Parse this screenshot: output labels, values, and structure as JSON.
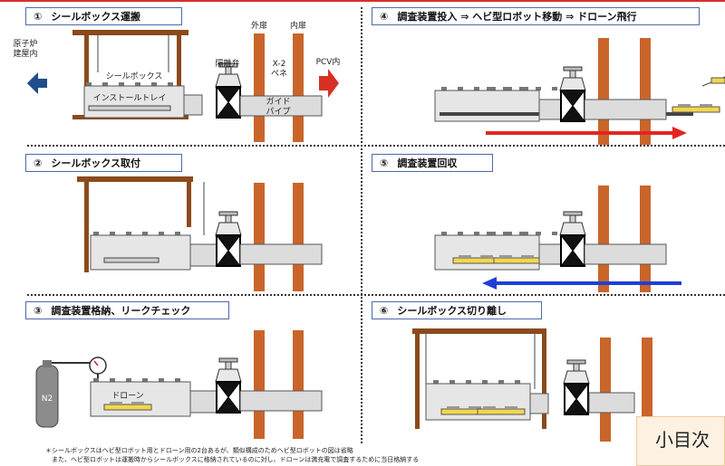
{
  "steps": [
    {
      "num": "①",
      "title": "シールボックス運搬"
    },
    {
      "num": "②",
      "title": "シールボックス取付"
    },
    {
      "num": "③",
      "title": "調査装置格納、リークチェック"
    },
    {
      "num": "④",
      "title": "調査装置投入 ⇒ ヘビ型ロボット移動 ⇒ ドローン飛行"
    },
    {
      "num": "⑤",
      "title": "調査装置回収"
    },
    {
      "num": "⑥",
      "title": "シールボックス切り離し"
    }
  ],
  "labels": {
    "reactor_building": "原子炉\n建屋内",
    "outer_door": "外扉",
    "inner_door": "内扉",
    "isolation_valve": "隔離弁",
    "penetration": "X-2\nペネ",
    "pcv_inside": "PCV内",
    "seal_box": "シールボックス",
    "install_tray": "インストールトレイ",
    "guide_pipe": "ガイド\nパイプ",
    "n2": "N2",
    "drone": "ドローン"
  },
  "footer": {
    "line1": "＊シールボックスはヘビ型ロボット用とドローン用の2台あるが、類似構成のためヘビ型ロボットの図は省略",
    "line2": "　また、ヘビ型ロボットは運搬時からシールボックスに格納されているのに対し、ドローンは満充電で調査するために当日格納する"
  },
  "overlay": {
    "text": "小目次"
  },
  "colors": {
    "door": "#c9652a",
    "arrow_forward": "#e52420",
    "arrow_back": "#1f3fd6",
    "arrow_dir": "#1f4e8c",
    "arrow_pcv": "#d93025",
    "frame": "#7a3f16",
    "box": "#e6e6e6",
    "pipe": "#dcdcdc"
  }
}
